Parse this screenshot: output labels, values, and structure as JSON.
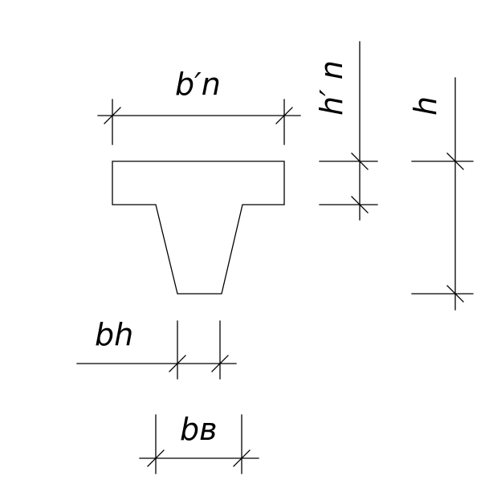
{
  "labels": {
    "flange_width": "b′n",
    "flange_thickness": "h′ n",
    "total_height": "h",
    "bottom_width": "bh",
    "web_width": "bв"
  }
}
